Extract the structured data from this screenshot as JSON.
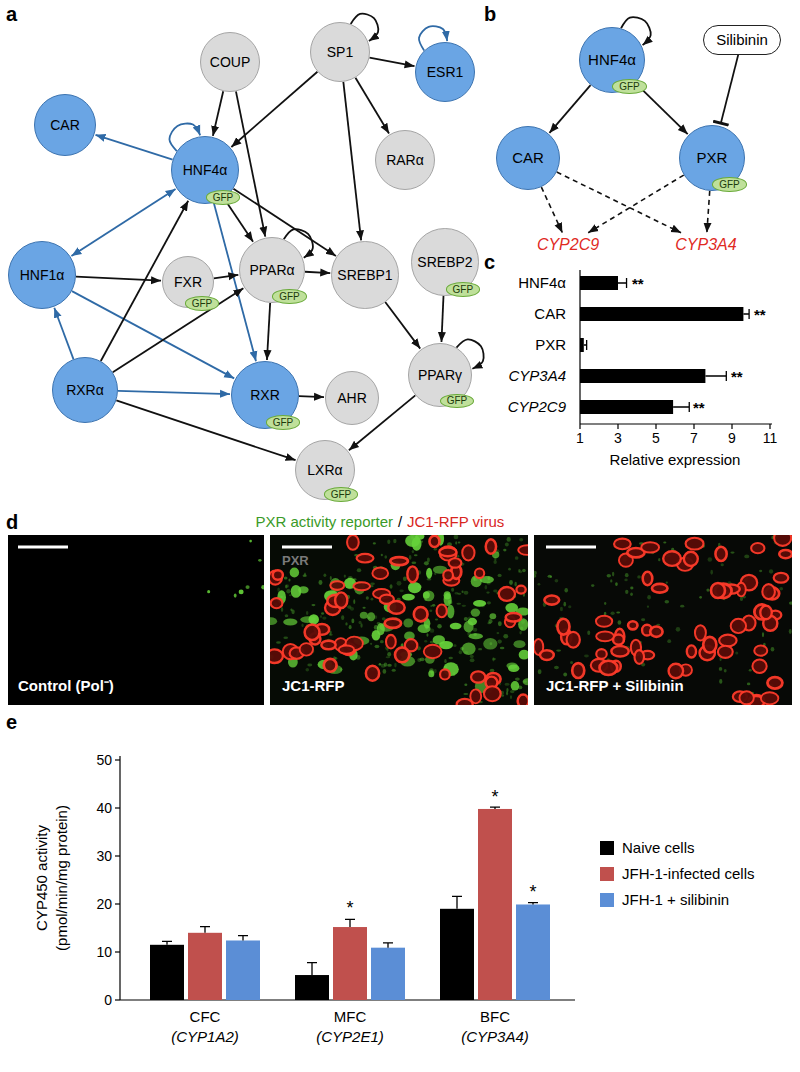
{
  "diagram": {
    "nodes": [
      {
        "text": [
          "COUP"
        ]
      },
      {
        "text": [
          "SP1"
        ]
      },
      {
        "text": [
          "ESR1"
        ]
      },
      {
        "text": [
          "CAR"
        ]
      },
      {
        "text": [
          "HNF4α"
        ]
      },
      {
        "text": [
          "GFP"
        ],
        "in": 4
      },
      {
        "text": [
          "RARα"
        ]
      },
      {
        "text": [
          "HNF1α"
        ]
      },
      {
        "text": [
          "FXR"
        ]
      },
      {
        "text": [
          "GFP"
        ],
        "in": 8
      },
      {
        "text": [
          "PPARα"
        ]
      },
      {
        "text": [
          "GFP"
        ],
        "in": 10
      },
      {
        "text": [
          "SREBP1"
        ]
      },
      {
        "text": [
          "SREBP2"
        ]
      },
      {
        "text": [
          "GFP"
        ],
        "in": 13
      },
      {
        "text": [
          "RXRα"
        ]
      },
      {
        "text": [
          "RXR"
        ]
      },
      {
        "text": [
          "GFP"
        ],
        "in": 16
      },
      {
        "text": [
          "AHR"
        ]
      },
      {
        "text": [
          "PPARγ"
        ]
      },
      {
        "text": [
          "GFP"
        ],
        "in": 19
      },
      {
        "text": [
          "LXRα"
        ]
      },
      {
        "text": [
          "GFP"
        ],
        "in": 21
      },
      {
        "text": [
          "HNF4α"
        ]
      },
      {
        "text": [
          "GFP"
        ],
        "in": 23
      },
      {
        "text": [
          "Silibinin"
        ]
      },
      {
        "text": [
          "CAR"
        ]
      },
      {
        "text": [
          "PXR"
        ]
      },
      {
        "text": [
          "GFP"
        ],
        "in": 27
      },
      {
        "text": [
          "CYP2C9"
        ]
      },
      {
        "text": [
          "CYP3A4"
        ]
      }
    ],
    "edges": [
      {
        "from": 0,
        "to": 4,
        "arrow": "to"
      },
      {
        "from": 0,
        "to": 10,
        "arrow": "to"
      },
      {
        "from": 1,
        "to": 1,
        "arrow": "to"
      },
      {
        "from": 1,
        "to": 2,
        "arrow": "to"
      },
      {
        "from": 1,
        "to": 4,
        "arrow": "to"
      },
      {
        "from": 1,
        "to": 6,
        "arrow": "to"
      },
      {
        "from": 1,
        "to": 12,
        "arrow": "to"
      },
      {
        "from": 2,
        "to": 2,
        "arrow": "to"
      },
      {
        "from": 4,
        "to": 3,
        "arrow": "to"
      },
      {
        "from": 4,
        "to": 4,
        "arrow": "to"
      },
      {
        "from": 4,
        "to": 7,
        "arrow": "both"
      },
      {
        "from": 4,
        "to": 10,
        "arrow": "to"
      },
      {
        "from": 4,
        "to": 12,
        "arrow": "to"
      },
      {
        "from": 4,
        "to": 16,
        "arrow": "to"
      },
      {
        "from": 7,
        "to": 8,
        "arrow": "to"
      },
      {
        "from": 7,
        "to": 16,
        "arrow": "to"
      },
      {
        "from": 8,
        "to": 10,
        "arrow": "to"
      },
      {
        "from": 10,
        "to": 10,
        "arrow": "to"
      },
      {
        "from": 10,
        "to": 12,
        "arrow": "to"
      },
      {
        "from": 10,
        "to": 16,
        "arrow": "to"
      },
      {
        "from": 15,
        "to": 4,
        "arrow": "to"
      },
      {
        "from": 15,
        "to": 7,
        "arrow": "to"
      },
      {
        "from": 15,
        "to": 10,
        "arrow": "to"
      },
      {
        "from": 15,
        "to": 16,
        "arrow": "to"
      },
      {
        "from": 15,
        "to": 21,
        "arrow": "to"
      },
      {
        "from": 16,
        "to": 18,
        "arrow": "to"
      },
      {
        "from": 12,
        "to": 19,
        "arrow": "to"
      },
      {
        "from": 13,
        "to": 19,
        "arrow": "to"
      },
      {
        "from": 19,
        "to": 19,
        "arrow": "to"
      },
      {
        "from": 19,
        "to": 21,
        "arrow": "to"
      },
      {
        "from": 23,
        "to": 23,
        "arrow": "to"
      },
      {
        "from": 23,
        "to": 26,
        "arrow": "to"
      },
      {
        "from": 23,
        "to": 27,
        "arrow": "to"
      },
      {
        "from": 25,
        "to": 27,
        "arrow": "to"
      },
      {
        "from": 26,
        "to": 29,
        "arrow": "to"
      },
      {
        "from": 26,
        "to": 30,
        "arrow": "to"
      },
      {
        "from": 27,
        "to": 29,
        "arrow": "to"
      },
      {
        "from": 27,
        "to": 30,
        "arrow": "to"
      }
    ],
    "labels": [
      "a",
      "b",
      "c",
      "HNF4α",
      "CAR",
      "PXR",
      "CYP3A4",
      "CYP2C9",
      "**",
      "**",
      "**",
      "**",
      "1",
      "3",
      "5",
      "7",
      "9",
      "11",
      "Relative expression",
      "d",
      "PXR activity reporter",
      "/",
      "JC1-RFP virus",
      "Control (Pol⁻)",
      "PXR",
      "JC1-RFP",
      "JC1-RFP + Silibinin",
      "e",
      "CYP450 activity",
      "(pmol/min/mg protein)",
      "0",
      "10",
      "20",
      "30",
      "40",
      "50",
      "CFC",
      "(CYP1A2)",
      "MFC",
      "(CYP2E1)",
      "BFC",
      "(CYP3A4)",
      "*",
      "*",
      "*"
    ],
    "legend": [
      {
        "text": "Naive cells",
        "color": "#000000"
      },
      {
        "text": "JFH-1-infected cells",
        "color": "#c0504d"
      },
      {
        "text": "JFH-1 + silibinin",
        "color": "#5b8ed6"
      }
    ]
  }
}
